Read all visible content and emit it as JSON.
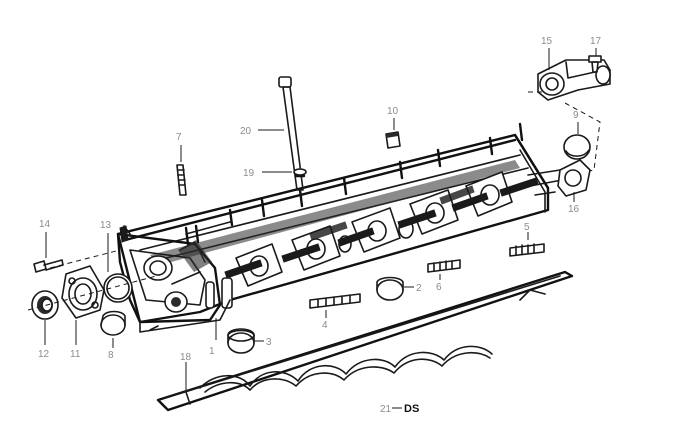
{
  "callouts": [
    {
      "id": "c1",
      "text": "1"
    },
    {
      "id": "c2",
      "text": "2"
    },
    {
      "id": "c3",
      "text": "3"
    },
    {
      "id": "c4",
      "text": "4"
    },
    {
      "id": "c5",
      "text": "5"
    },
    {
      "id": "c6",
      "text": "6"
    },
    {
      "id": "c7",
      "text": "7"
    },
    {
      "id": "c8",
      "text": "8"
    },
    {
      "id": "c9",
      "text": "9"
    },
    {
      "id": "c10",
      "text": "10"
    },
    {
      "id": "c11",
      "text": "11"
    },
    {
      "id": "c12",
      "text": "12"
    },
    {
      "id": "c13",
      "text": "13"
    },
    {
      "id": "c14",
      "text": "14"
    },
    {
      "id": "c15",
      "text": "15"
    },
    {
      "id": "c16",
      "text": "16"
    },
    {
      "id": "c17",
      "text": "17"
    },
    {
      "id": "c18",
      "text": "18"
    },
    {
      "id": "c19",
      "text": "19"
    },
    {
      "id": "c20",
      "text": "20"
    },
    {
      "id": "c21",
      "text": "21"
    }
  ],
  "footer_label": "DS"
}
